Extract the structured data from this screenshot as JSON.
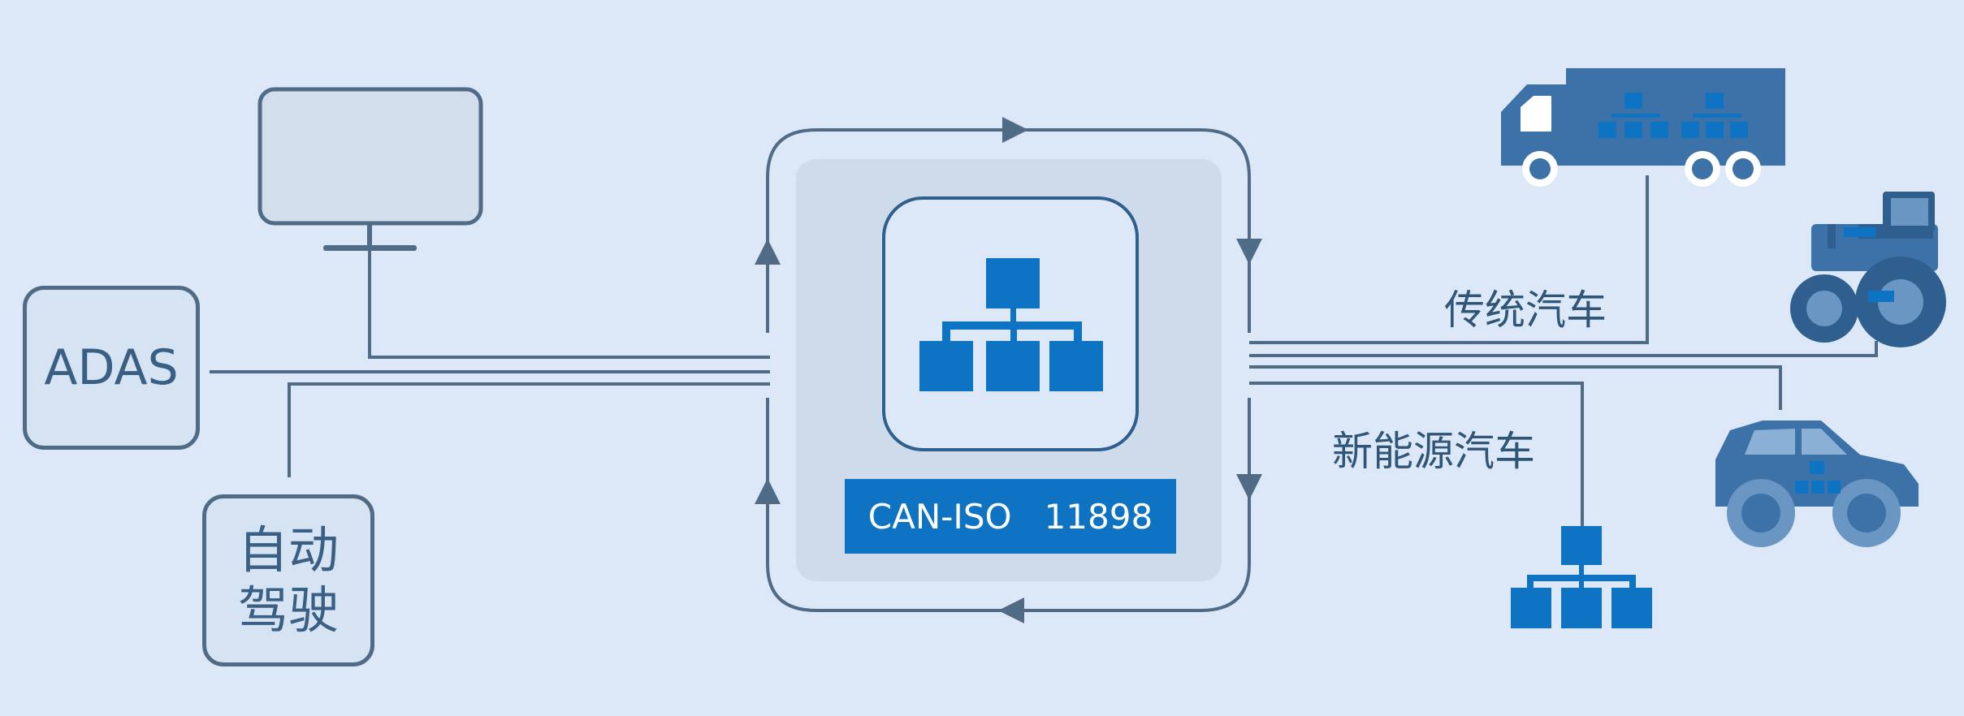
{
  "nodes": {
    "adas": "ADAS",
    "autonomous": "自动\n驾驶",
    "protocol": "CAN-ISO   11898",
    "traditional_car": "传统汽车",
    "new_energy_car": "新能源汽车"
  },
  "colors": {
    "background": "#dce8f7",
    "line": "#4f6b86",
    "accent": "#0f73c4",
    "vehicle": "#3d72a8"
  },
  "icons": [
    "monitor-icon",
    "network-hierarchy-icon",
    "truck-icon",
    "tractor-icon",
    "suv-icon"
  ]
}
